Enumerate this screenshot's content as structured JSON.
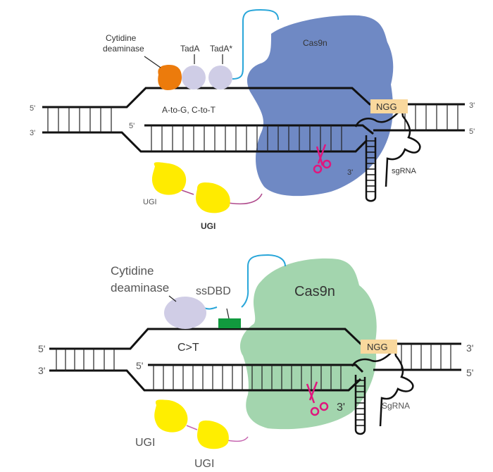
{
  "panels": [
    {
      "id": "top",
      "deaminase_label_line1": "Cytidine",
      "deaminase_label_line2": "deaminase",
      "tada_label": "TadA",
      "tada_star_label": "TadA*",
      "edit_label": "A-to-G, C-to-T",
      "cas_label": "Cas9n",
      "pam_label": "NGG",
      "sgrna_label": "sgRNA",
      "ugi_label_1": "UGI",
      "ugi_label_2": "UGI",
      "left_top_end": "5'",
      "left_bottom_end": "3'",
      "right_top_end": "3'",
      "right_bottom_end": "5'",
      "inner_strand_end": "5'",
      "rna_end": "3'",
      "colors": {
        "cas": "#6f89c4",
        "deaminase": "#ec7b0c",
        "tada": "#cfcde6",
        "ugi": "#ffeb00",
        "pam": "#f9d89d",
        "scissors": "#e0167d",
        "linker": "#29a6d9",
        "ugi_linker": "#b04b8d"
      }
    },
    {
      "id": "bottom",
      "deaminase_label_line1": "Cytidine",
      "deaminase_label_line2": "deaminase",
      "ssdbd_label": "ssDBD",
      "edit_label": "C>T",
      "cas_label": "Cas9n",
      "pam_label": "NGG",
      "sgrna_label": "SgRNA",
      "ugi_label_1": "UGI",
      "ugi_label_2": "UGI",
      "left_top_end": "5'",
      "left_bottom_end": "3'",
      "right_top_end": "3'",
      "right_bottom_end": "5'",
      "inner_strand_end": "5'",
      "rna_end": "3'",
      "colors": {
        "cas": "#a3d5ae",
        "deaminase": "#d0cde6",
        "ssdbd": "#119a3e",
        "ugi": "#ffee00",
        "pam": "#f9d89d",
        "scissors": "#e0167d",
        "linker": "#29a6d9",
        "ugi_linker": "#c666b0"
      }
    }
  ]
}
